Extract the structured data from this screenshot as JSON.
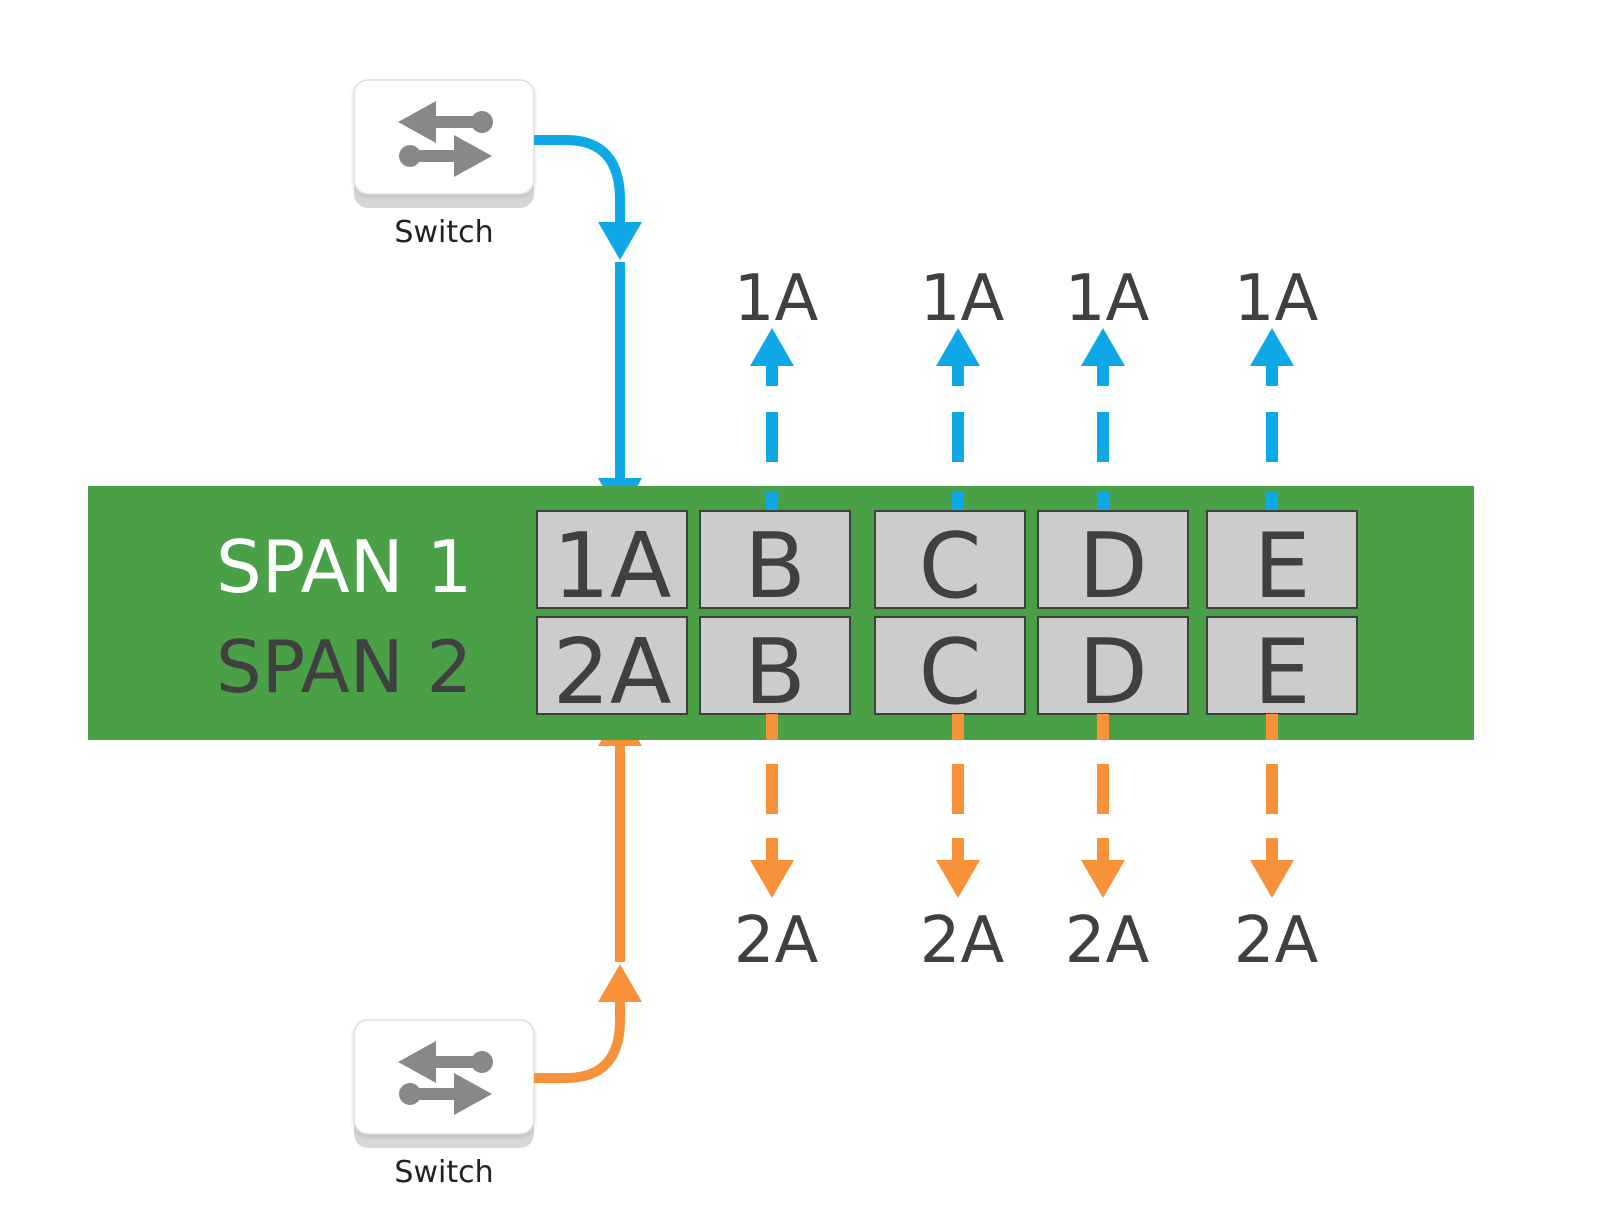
{
  "colors": {
    "panel": "#4aa047",
    "port_fill": "#cccccc",
    "port_stroke": "#404040",
    "span1_flow": "#0fa8e6",
    "span2_flow": "#f7923a",
    "span1_label": "#ffffff",
    "span2_label": "#404040",
    "switch_icon": "#888888"
  },
  "switches": {
    "top": {
      "label": "Switch",
      "icon": "switch-arrows-icon"
    },
    "bottom": {
      "label": "Switch",
      "icon": "switch-arrows-icon"
    }
  },
  "panel": {
    "span1_label": "SPAN 1",
    "span2_label": "SPAN 2",
    "span1_ports": [
      "1A",
      "B",
      "C",
      "D",
      "E"
    ],
    "span2_ports": [
      "2A",
      "B",
      "C",
      "D",
      "E"
    ]
  },
  "outputs": {
    "span1_destinations": [
      "1A",
      "1A",
      "1A",
      "1A"
    ],
    "span2_destinations": [
      "2A",
      "2A",
      "2A",
      "2A"
    ]
  }
}
